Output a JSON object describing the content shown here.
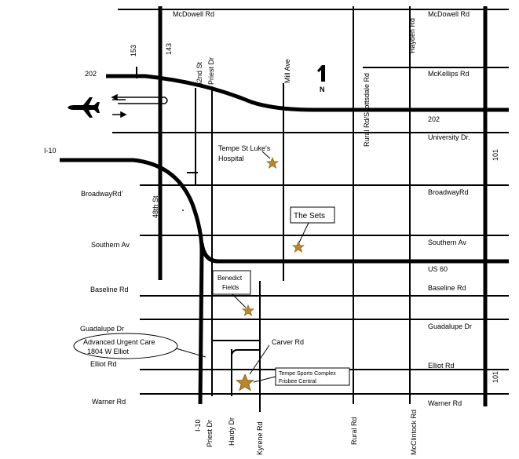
{
  "map": {
    "horizontal_streets": {
      "mcdowell_left": "McDowell Rd",
      "mcdowell_right": "McDowell Rd",
      "mckellips": "McKellips Rd",
      "hwy_202_left": "202",
      "hwy_202_right": "202",
      "university": "University Dr.",
      "broadway_left": "BroadwayRd'",
      "broadway_right": "BroadwayRd",
      "southern_left": "Southern Av",
      "southern_right": "Southern Av",
      "us60": "US 60",
      "baseline_left": "Baseline Rd",
      "baseline_right": "Baseline Rd",
      "guadalupe_left": "Guadalupe Dr",
      "guadalupe_right": "Guadalupe Dr",
      "carver": "Carver Rd",
      "elliot_left": "Elliot Rd",
      "elliot_right": "Elliot Rd",
      "warner_left": "Warner Rd",
      "warner_right": "Warner Rd",
      "i10_west": "I-10"
    },
    "vertical_streets": {
      "hwy_153": "153",
      "hwy_143": "143",
      "fiftysecond": "52nd St",
      "priest_top": "Priest Dr",
      "mill": "Mill Ave",
      "rural_scottsdale": "Rural Rd/Scottsdale Rd",
      "hayden": "Hayden Rd",
      "fortyeighth": "48th St",
      "hwy_101_top": "101",
      "hwy_101_bottom": "101",
      "i10_bottom": "I-10",
      "priest_bottom": "Priest Dr",
      "hardy": "Hardy Dr",
      "kyrene": "Kyrene Rd",
      "rural_bottom": "Rural Rd",
      "mcclintock": "McClintock Rd"
    },
    "north_label": "N",
    "landmarks": {
      "hospital_line1": "Tempe St Luke's",
      "hospital_line2": "Hospital",
      "the_sets": "The Sets",
      "benedict_line1": "Benedict",
      "benedict_line2": "Fields",
      "urgent_line1": "Advanced Urgent Care",
      "urgent_line2": "1804 W Elliot",
      "sports_line1": "Tempe Sports Complex",
      "sports_line2": "Frisbee Central"
    },
    "colors": {
      "road": "#000000",
      "star": "#b8862b"
    },
    "icons": {
      "airport": "airplane-icon",
      "north": "north-arrow-icon",
      "landmark": "star-icon"
    }
  }
}
